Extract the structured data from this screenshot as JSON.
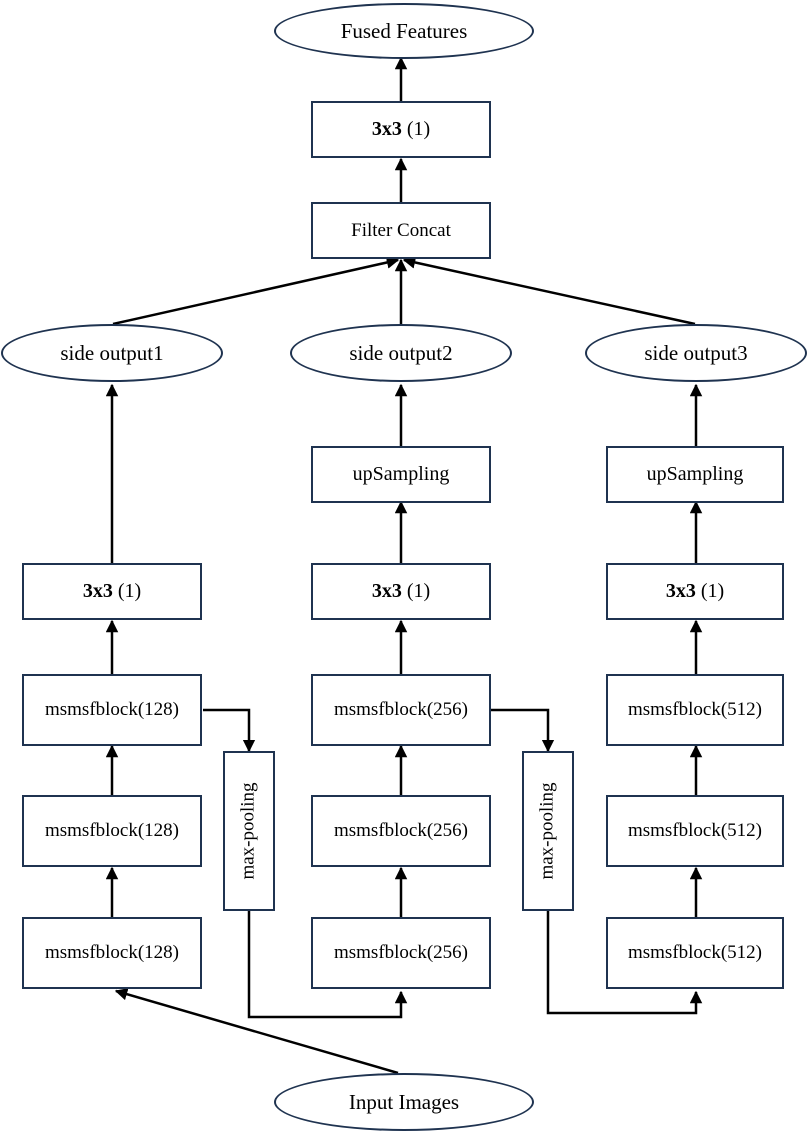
{
  "nodes": {
    "fused_features": "Fused Features",
    "top_conv_bold": "3x3",
    "top_conv_rest": " (1)",
    "filter_concat": "Filter Concat",
    "side_output1": "side output1",
    "side_output2": "side output2",
    "side_output3": "side output3",
    "upsampling2": "upSampling",
    "upsampling3": "upSampling",
    "conv1_bold": "3x3",
    "conv1_rest": " (1)",
    "conv2_bold": "3x3",
    "conv2_rest": " (1)",
    "conv3_bold": "3x3",
    "conv3_rest": " (1)",
    "block_128_top": "msmsfblock(128)",
    "block_128_mid": "msmsfblock(128)",
    "block_128_bot": "msmsfblock(128)",
    "block_256_top": "msmsfblock(256)",
    "block_256_mid": "msmsfblock(256)",
    "block_256_bot": "msmsfblock(256)",
    "block_512_top": "msmsfblock(512)",
    "block_512_mid": "msmsfblock(512)",
    "block_512_bot": "msmsfblock(512)",
    "maxpool1": "max-pooling",
    "maxpool2": "max-pooling",
    "input_images": "Input Images"
  },
  "colors": {
    "border": "#1f3350",
    "arrow": "#000000"
  }
}
